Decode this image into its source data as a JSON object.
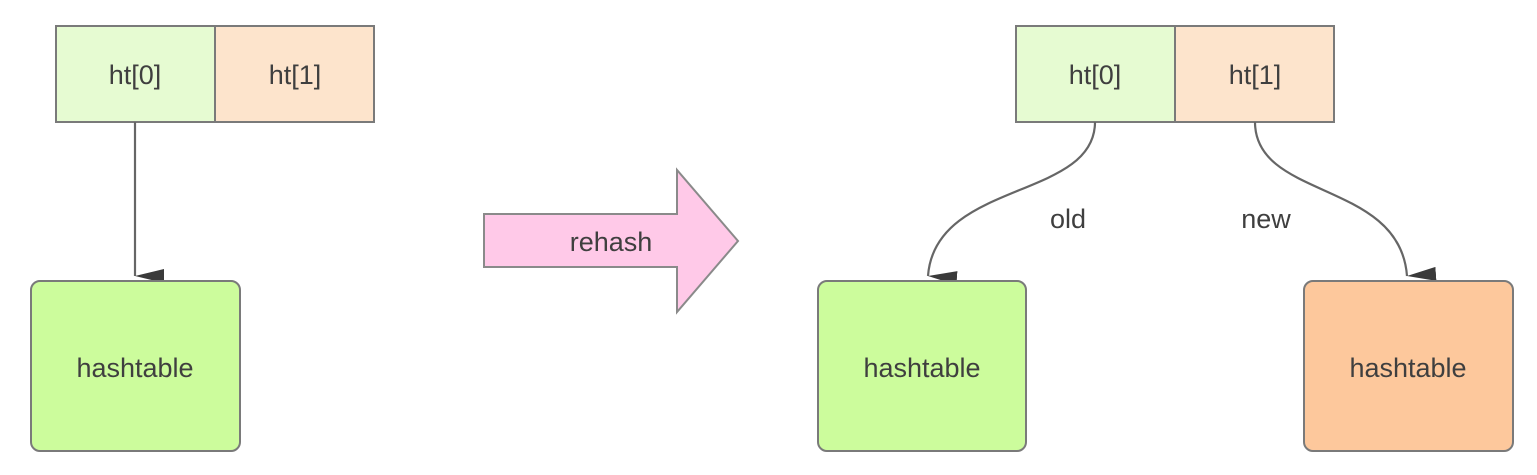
{
  "left_state": {
    "ht0_label": "ht[0]",
    "ht1_label": "ht[1]",
    "table_label": "hashtable"
  },
  "transition": {
    "label": "rehash"
  },
  "right_state": {
    "ht0_label": "ht[0]",
    "ht1_label": "ht[1]",
    "old_label": "old",
    "new_label": "new",
    "old_table_label": "hashtable",
    "new_table_label": "hashtable"
  },
  "colors": {
    "ht0_fill": "#e6fbd2",
    "ht1_fill": "#fde4cc",
    "old_table_fill": "#ccfc9c",
    "new_table_fill": "#fdc89c",
    "rehash_arrow_fill": "#ffc9e8",
    "border": "#7a7a7a",
    "text": "#3f3f3f",
    "edge": "#666666"
  }
}
